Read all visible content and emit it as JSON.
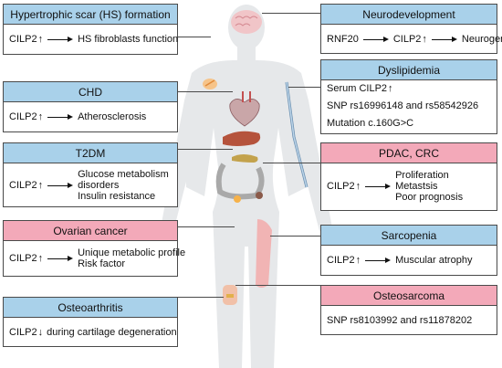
{
  "boxes": {
    "hs": {
      "title": "Hypertrophic scar (HS) formation",
      "gene": "CILP2",
      "direction": "↑",
      "effects": [
        "HS fibroblasts function"
      ],
      "color": "#a9d1ea"
    },
    "chd": {
      "title": "CHD",
      "gene": "CILP2",
      "direction": "↑",
      "effects": [
        "Atherosclerosis"
      ],
      "color": "#a9d1ea"
    },
    "t2dm": {
      "title": "T2DM",
      "gene": "CILP2",
      "direction": "↑",
      "effects": [
        "Glucose metabolism",
        "disorders",
        "Insulin resistance"
      ],
      "color": "#a9d1ea"
    },
    "ovarian": {
      "title": "Ovarian cancer",
      "gene": "CILP2",
      "direction": "↑",
      "effects": [
        "Unique metabolic profile",
        "Risk factor"
      ],
      "color": "#f3a9b9"
    },
    "osteoarthritis": {
      "title": "Osteoarthritis",
      "gene": "CILP2",
      "direction": "↓",
      "text": "during cartilage degeneration",
      "color": "#a9d1ea"
    },
    "neuro": {
      "title": "Neurodevelopment",
      "upstream": "RNF20",
      "gene": "CILP2",
      "direction": "↑",
      "effects": [
        "Neurogenesis"
      ],
      "color": "#a9d1ea"
    },
    "dyslipidemia": {
      "title": "Dyslipidemia",
      "lines": [
        "Serum CILP2",
        "SNP rs16996148 and rs58542926",
        "Mutation c.160G>C"
      ],
      "direction": "↑",
      "color": "#a9d1ea"
    },
    "pdac": {
      "title": "PDAC, CRC",
      "gene": "CILP2",
      "direction": "↑",
      "effects": [
        "Proliferation",
        "Metastsis",
        "Poor prognosis"
      ],
      "color": "#f3a9b9"
    },
    "sarcopenia": {
      "title": "Sarcopenia",
      "gene": "CILP2",
      "direction": "↑",
      "effects": [
        "Muscular atrophy"
      ],
      "color": "#a9d1ea"
    },
    "osteosarcoma": {
      "title": "Osteosarcoma",
      "text": "SNP rs8103992 and rs11878202",
      "color": "#f3a9b9"
    }
  },
  "colors": {
    "silhouette": "#e6e8ea",
    "header_blue": "#a9d1ea",
    "header_pink": "#f3a9b9",
    "border": "#4a4a4a"
  },
  "icons": {
    "brain": "brain-icon",
    "heart": "heart-icon",
    "liver": "liver-icon",
    "intestine": "intestine-icon",
    "ovary": "ovary-icon",
    "pancreas": "pancreas-icon",
    "muscle": "muscle-icon",
    "vessel": "blood-vessel-icon",
    "knee": "knee-joint-icon",
    "scar": "scar-icon"
  }
}
